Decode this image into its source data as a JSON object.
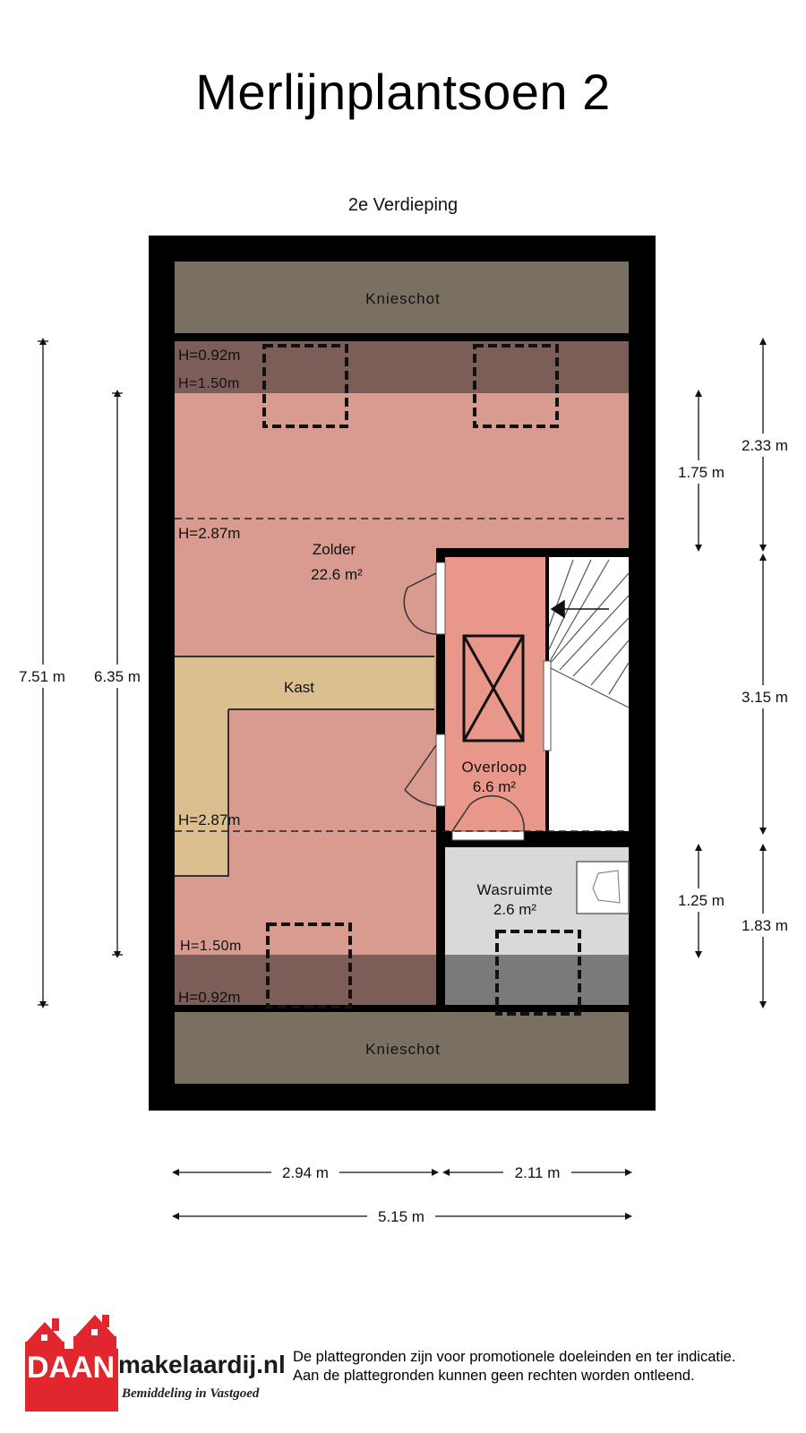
{
  "title": "Merlijnplantsoen 2",
  "floor_label": "2e Verdieping",
  "rooms": {
    "knieschot_top": "Knieschot",
    "knieschot_bottom": "Knieschot",
    "zolder_name": "Zolder",
    "zolder_area": "22.6 m²",
    "kast": "Kast",
    "overloop_name": "Overloop",
    "overloop_area": "6.6 m²",
    "wasruimte_name": "Wasruimte",
    "wasruimte_area": "2.6 m²"
  },
  "heights": {
    "h092_top": "H=0.92m",
    "h150_top": "H=1.50m",
    "h287_top": "H=2.87m",
    "h287_mid": "H=2.87m",
    "h150_bottom": "H=1.50m",
    "h092_bottom": "H=0.92m"
  },
  "dimensions": {
    "left_total": "7.51 m",
    "left_inner": "6.35 m",
    "right_175": "1.75 m",
    "right_233": "2.33 m",
    "right_315": "3.15 m",
    "right_125": "1.25 m",
    "right_183": "1.83 m",
    "bottom_294": "2.94 m",
    "bottom_211": "2.11 m",
    "bottom_515": "5.15 m"
  },
  "logo": {
    "brand": "DAAN",
    "domain": "makelaardij.nl",
    "tagline": "Bemiddeling in Vastgoed"
  },
  "disclaimer": {
    "line1": "De plattegronden zijn voor promotionele doeleinden en ter indicatie.",
    "line2": "Aan de plattegronden kunnen geen rechten worden ontleend."
  },
  "colors": {
    "wall": "#000000",
    "knieschot": "#7a7061",
    "zolder": "#d99a8f",
    "low_ceiling": "#7d5d57",
    "kast": "#dbbf8f",
    "overloop": "#e8978a",
    "wasruimte": "#d9d9d9",
    "wasruimte_low": "#7a7a7a",
    "logo_red": "#e1262d"
  }
}
